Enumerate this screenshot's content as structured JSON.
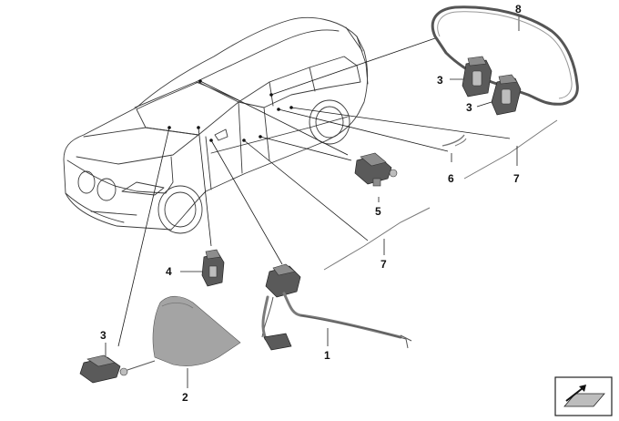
{
  "callouts": {
    "c1": "1",
    "c2": "2",
    "c3a": "3",
    "c3b": "3",
    "c3c": "3",
    "c4": "4",
    "c5": "5",
    "c6": "6",
    "c7a": "7",
    "c7b": "7",
    "c8": "8"
  },
  "icons": {
    "corner": "arrow-stamp-icon"
  }
}
